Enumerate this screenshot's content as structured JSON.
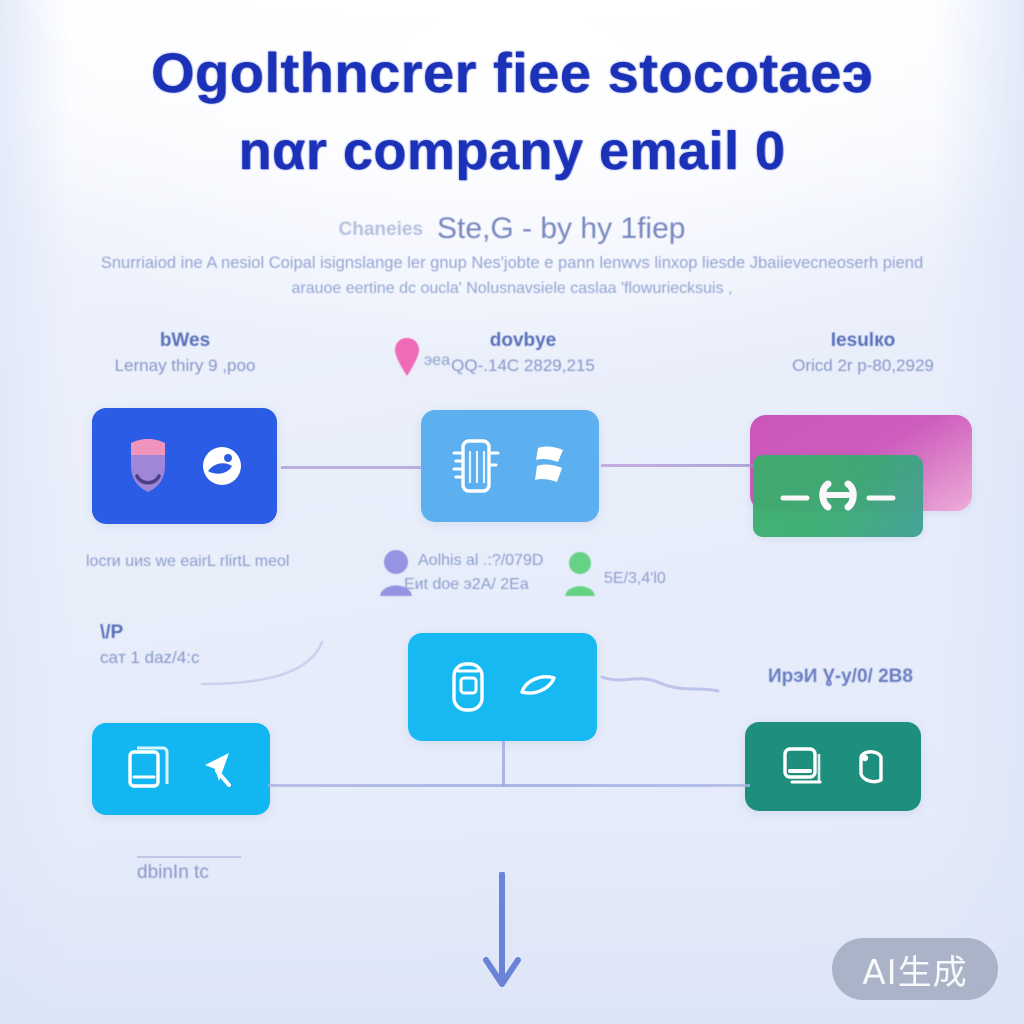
{
  "header": {
    "title_line1": "Ogolthncrer fiee stocotaeэ",
    "title_line2": "nαr company email 0",
    "subtitle_prefix": "Chaneies",
    "subtitle": "Ste,G - by hy 1fiep",
    "description_line1": "Snurriaiod ine A nesiol Coipal isignslange ler gnup Nes'jobte e pann lenwvs linxop liesde  Jbaiievecneoserh piend",
    "description_line2": "arauoe eertine dc oucla' Nolusnavsiele caslaa 'flowuriecksuis ,"
  },
  "columns": [
    {
      "head": "bWes",
      "sub": "Lernay thiry 9 ,poo",
      "note": "locrи uиs we eairL rlirtL meol"
    },
    {
      "head": "dovbye",
      "sub": "QQ-.14C 2829,215",
      "note_pin": "эea",
      "note_line1": "Aolhis  al .:?/079D",
      "note_line2": "Eиt doe  э2A/ 2Ea",
      "note_line3": "5E/3,4'l0"
    },
    {
      "head": "Iesulкo",
      "sub": "Oricd 2r p-80,2929"
    }
  ],
  "cards": [
    {
      "id": "card-shield-globe",
      "color": "#2b5ce6",
      "icons": [
        "shield-icon",
        "globe-icon"
      ]
    },
    {
      "id": "card-server-document",
      "color": "#5cb0ef",
      "icons": [
        "server-icon",
        "document-icon"
      ]
    },
    {
      "id": "card-sync-badge",
      "color_primary": "#c94bb7",
      "color_secondary": "#3cb06a",
      "icons": [
        "sync-icon"
      ]
    },
    {
      "id": "card-copy-cursor",
      "color": "#12b7f2",
      "icons": [
        "copy-icon",
        "cursor-icon"
      ]
    },
    {
      "id": "card-inbox-link",
      "color": "#17b9f3",
      "icons": [
        "inbox-icon",
        "link-icon"
      ]
    },
    {
      "id": "card-laptop-lock",
      "color": "#1f8f7d",
      "icons": [
        "laptop-icon",
        "lock-icon"
      ]
    }
  ],
  "notes": {
    "row2_left_head": "\\/P",
    "row2_left_sub": "caт 1 dаz/4:c",
    "row2_right": "ИpэИ Ɣ-y/0/ 2B8",
    "bottom_left": "dbinIn tc"
  },
  "watermark": {
    "label": "AI生成"
  },
  "palette": {
    "background": "#e9eefb",
    "title": "#1a31b8",
    "subtitle": "#6d7fb9",
    "connector": "#a89bd0",
    "connector_blue": "#9aa4de",
    "card_blue": "#2b5ce6",
    "card_sky": "#5cb0ef",
    "card_magenta": "#c94bb7",
    "card_green": "#3cb06a",
    "card_cyan": "#12b7f2",
    "card_teal": "#1f8f7d",
    "watermark_bg": "rgba(150,160,180,0.72)"
  }
}
